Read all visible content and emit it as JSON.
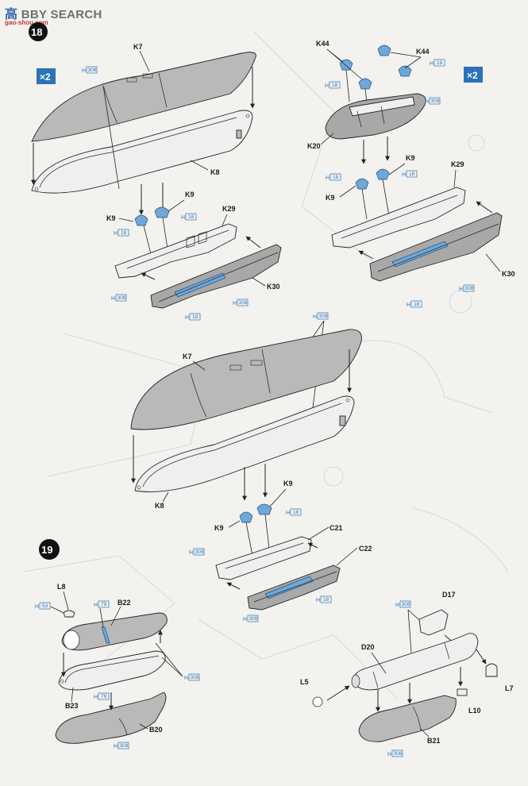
{
  "watermark": {
    "cn": "高",
    "brand": "BBY SEARCH",
    "url": "gao-shou.com"
  },
  "page": {
    "background": "#f3f2ee",
    "accent_blue": "#2b73b8",
    "parts_grey": "#b9b9b9"
  },
  "steps": {
    "step18": {
      "number": "18",
      "multiplier": "×2"
    },
    "step19": {
      "number": "19"
    }
  },
  "labels": {
    "k7": "K7",
    "k8": "K8",
    "k9": "K9",
    "k20": "K20",
    "k29": "K29",
    "k30": "K30",
    "k44": "K44",
    "c21": "C21",
    "c22": "C22",
    "l5": "L5",
    "l7": "L7",
    "l8": "L8",
    "l10": "L10",
    "b20": "B20",
    "b21": "B21",
    "b22": "B22",
    "b23": "B23",
    "d17": "D17",
    "d20": "D20"
  },
  "paint_refs": {
    "letter": "H",
    "h308": "308",
    "h18": "18",
    "h53": "53",
    "h79": "79"
  },
  "icons": [
    "multiplier-badge",
    "step-number-circle",
    "assembly-arrow"
  ]
}
